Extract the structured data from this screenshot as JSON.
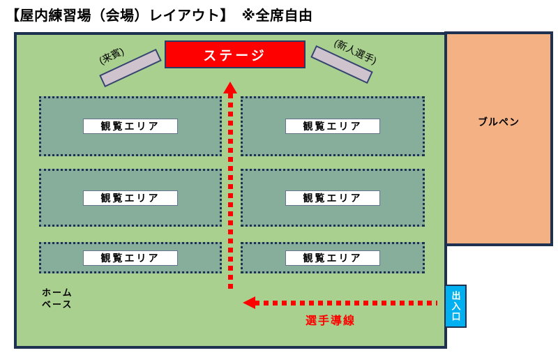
{
  "title": "【屋内練習場（会場）レイアウト】　※全席自由",
  "stage": {
    "label": "ステージ"
  },
  "seats": {
    "left_label": "(来賓)",
    "right_label": "(新人選手)"
  },
  "viewing_areas": [
    {
      "label": "観覧エリア"
    },
    {
      "label": "観覧エリア"
    },
    {
      "label": "観覧エリア"
    },
    {
      "label": "観覧エリア"
    },
    {
      "label": "観覧エリア"
    },
    {
      "label": "観覧エリア"
    }
  ],
  "bullpen": {
    "label": "ブルペン"
  },
  "exit": {
    "label": "出入口"
  },
  "home_base": {
    "line1": "ホーム",
    "line2": "ベース"
  },
  "flow": {
    "label": "選手導線"
  },
  "colors": {
    "field_green": "#a9d08e",
    "viewing_teal": "#86ae9b",
    "stage_red": "#ff0000",
    "bullpen_orange": "#f4b183",
    "exit_blue": "#00b0f0",
    "border_navy": "#1e3150",
    "seat_gray": "#cfc3cd",
    "flow_red": "#ff0000"
  }
}
